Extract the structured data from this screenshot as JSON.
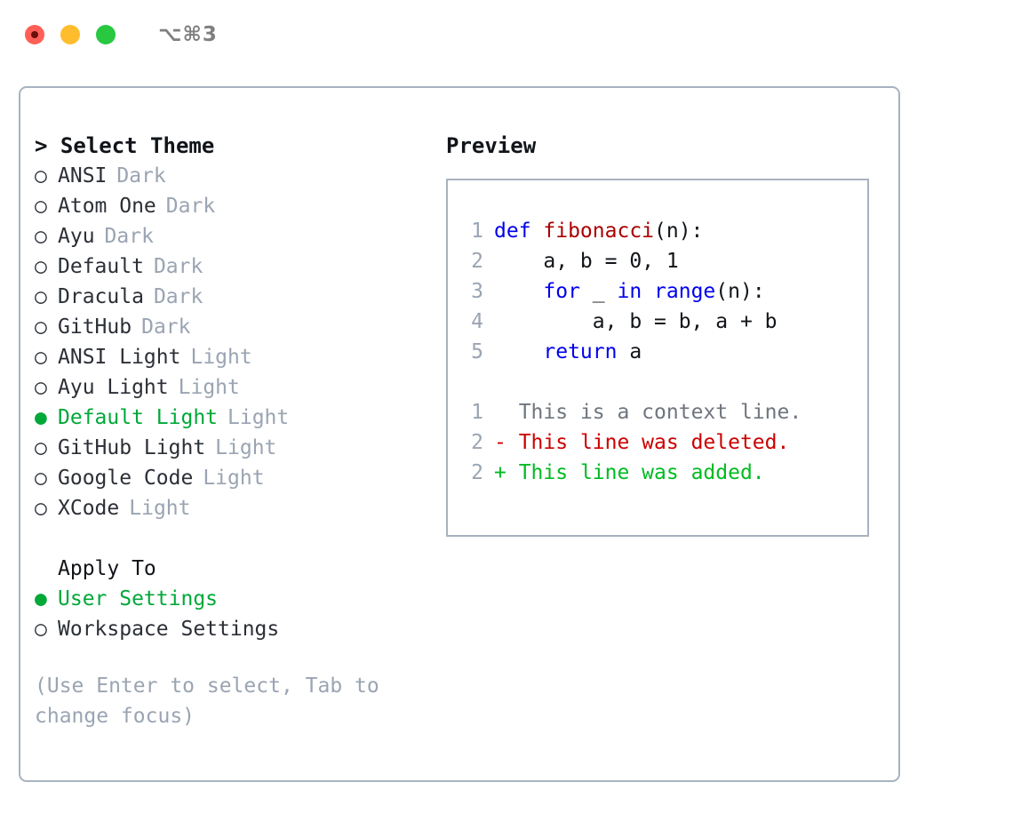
{
  "window": {
    "shortcut": "⌥⌘3",
    "traffic_lights": [
      {
        "name": "close",
        "color": "#ff5f57"
      },
      {
        "name": "minimize",
        "color": "#ffbd2e"
      },
      {
        "name": "maximize",
        "color": "#28c840"
      }
    ]
  },
  "theme_picker": {
    "heading": "> Select Theme",
    "options": [
      {
        "marker": "○",
        "label": "ANSI",
        "tag": "Dark",
        "selected": false
      },
      {
        "marker": "○",
        "label": "Atom One",
        "tag": "Dark",
        "selected": false
      },
      {
        "marker": "○",
        "label": "Ayu",
        "tag": "Dark",
        "selected": false
      },
      {
        "marker": "○",
        "label": "Default",
        "tag": "Dark",
        "selected": false
      },
      {
        "marker": "○",
        "label": "Dracula",
        "tag": "Dark",
        "selected": false
      },
      {
        "marker": "○",
        "label": "GitHub",
        "tag": "Dark",
        "selected": false
      },
      {
        "marker": "○",
        "label": "ANSI Light",
        "tag": "Light",
        "selected": false
      },
      {
        "marker": "○",
        "label": "Ayu Light",
        "tag": "Light",
        "selected": false
      },
      {
        "marker": "●",
        "label": "Default Light",
        "tag": "Light",
        "selected": true
      },
      {
        "marker": "○",
        "label": "GitHub Light",
        "tag": "Light",
        "selected": false
      },
      {
        "marker": "○",
        "label": "Google Code",
        "tag": "Light",
        "selected": false
      },
      {
        "marker": "○",
        "label": "XCode",
        "tag": "Light",
        "selected": false
      }
    ]
  },
  "apply_to": {
    "heading": "Apply To",
    "options": [
      {
        "marker": "●",
        "label": "User Settings",
        "selected": true
      },
      {
        "marker": "○",
        "label": "Workspace Settings",
        "selected": false
      }
    ]
  },
  "hint": "(Use Enter to select, Tab to change focus)",
  "preview": {
    "title": "Preview",
    "code_lines": [
      {
        "number": "1",
        "tokens": [
          {
            "text": "def ",
            "type": "kw"
          },
          {
            "text": "fibonacci",
            "type": "fn"
          },
          {
            "text": "(n):",
            "type": "plain"
          }
        ]
      },
      {
        "number": "2",
        "tokens": [
          {
            "text": "    a, b = 0, 1",
            "type": "plain"
          }
        ]
      },
      {
        "number": "3",
        "tokens": [
          {
            "text": "    ",
            "type": "plain"
          },
          {
            "text": "for",
            "type": "kw"
          },
          {
            "text": " _ ",
            "type": "plain"
          },
          {
            "text": "in",
            "type": "kw"
          },
          {
            "text": " ",
            "type": "plain"
          },
          {
            "text": "range",
            "type": "kw"
          },
          {
            "text": "(n):",
            "type": "plain"
          }
        ]
      },
      {
        "number": "4",
        "tokens": [
          {
            "text": "        a, b = b, a + b",
            "type": "plain"
          }
        ]
      },
      {
        "number": "5",
        "tokens": [
          {
            "text": "    ",
            "type": "plain"
          },
          {
            "text": "return",
            "type": "kw"
          },
          {
            "text": " a",
            "type": "plain"
          }
        ]
      }
    ],
    "diff_lines": [
      {
        "number": "1",
        "sign": "  ",
        "text": "This is a context line.",
        "kind": "ctx"
      },
      {
        "number": "2",
        "sign": "- ",
        "text": "This line was deleted.",
        "kind": "del"
      },
      {
        "number": "2",
        "sign": "+ ",
        "text": "This line was added.",
        "kind": "add"
      }
    ]
  },
  "colors": {
    "accent_green": "#00a838",
    "keyword_blue": "#0000ee",
    "function_red": "#aa0000",
    "diff_deleted": "#cc0000",
    "diff_added": "#00bb22",
    "muted": "#9aa4b2",
    "border": "#a8b2c0",
    "text": "#2b2f36"
  }
}
